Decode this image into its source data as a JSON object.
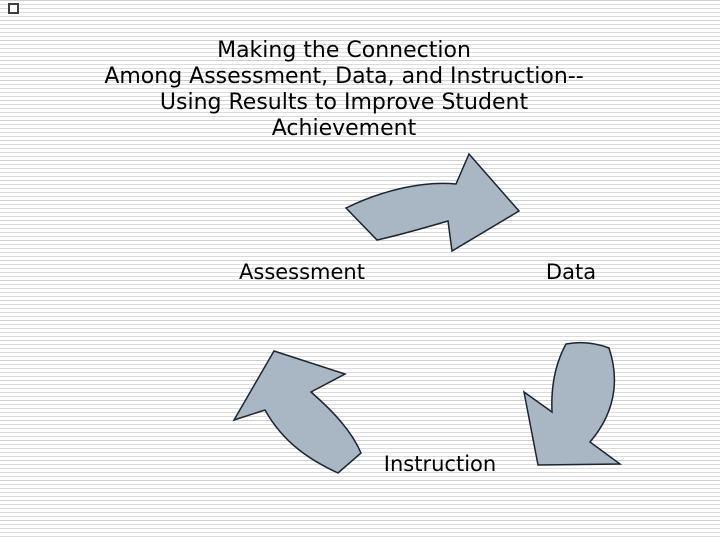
{
  "slide": {
    "title_lines": [
      "Making the Connection",
      "Among Assessment, Data, and Instruction--",
      "Using Results to Improve Student",
      "Achievement"
    ],
    "labels": {
      "assessment": "Assessment",
      "data": "Data",
      "instruction": "Instruction"
    },
    "colors": {
      "background": "#ffffff",
      "stripe_light": "#dcdcdc",
      "stripe_dark": "#cfcfcf",
      "text": "#000000",
      "arrow_fill": "#a9b6c4",
      "arrow_outline": "#1b2531",
      "corner_square_border": "#404040"
    },
    "icons": [
      {
        "name": "corner-square-ornament",
        "shape": "hollow-square"
      },
      {
        "name": "curved-arrow-assessment-to-data",
        "shape": "curved-block-arrow-pointing-right"
      },
      {
        "name": "curved-arrow-data-to-instruction",
        "shape": "curved-block-arrow-pointing-down-left"
      },
      {
        "name": "curved-arrow-instruction-to-assessment",
        "shape": "curved-block-arrow-pointing-up-left"
      }
    ],
    "cycle": [
      "Assessment",
      "Data",
      "Instruction"
    ]
  }
}
